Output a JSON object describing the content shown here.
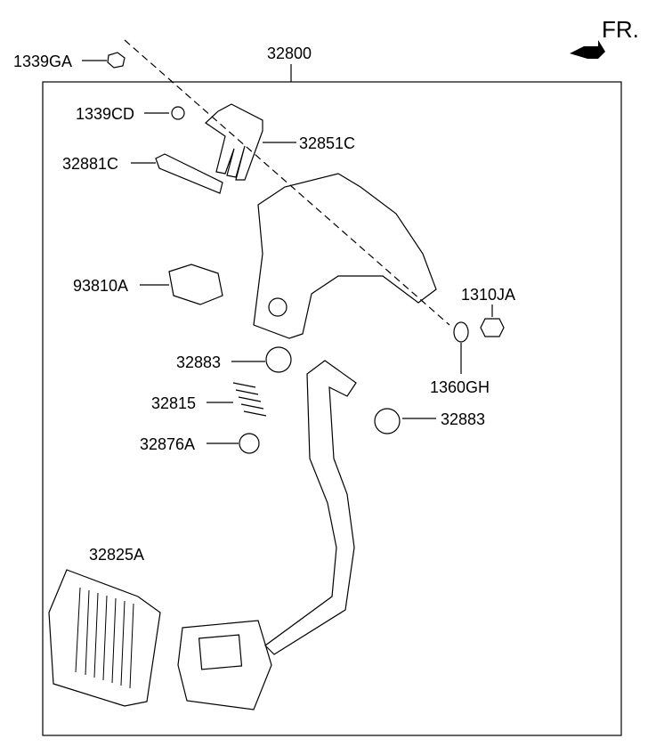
{
  "direction_label": "FR.",
  "assembly_label": "32800",
  "callouts": {
    "c1339GA": "1339GA",
    "c1339CD": "1339CD",
    "c32851C": "32851C",
    "c32881C": "32881C",
    "c93810A": "93810A",
    "c1310JA": "1310JA",
    "c1360GH": "1360GH",
    "c32883a": "32883",
    "c32815": "32815",
    "c32883b": "32883",
    "c32876A": "32876A",
    "c32825A": "32825A"
  }
}
